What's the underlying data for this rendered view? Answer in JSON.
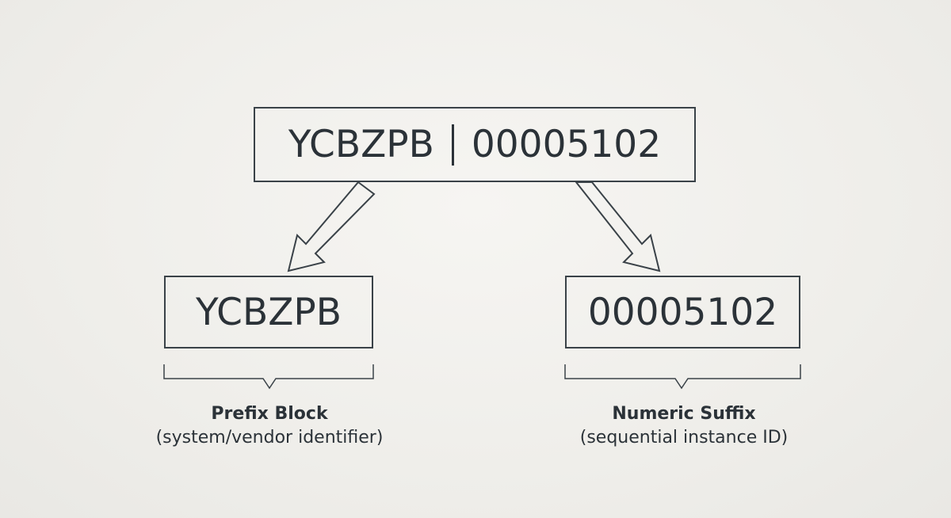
{
  "top_box": {
    "prefix": "YCBZPB",
    "suffix": "00005102"
  },
  "prefix_box": {
    "text": "YCBZPB"
  },
  "suffix_box": {
    "text": "00005102"
  },
  "prefix_label": {
    "title": "Prefix Block",
    "subtitle": "(system/vendor identifier)"
  },
  "suffix_label": {
    "title": "Numeric Suffix",
    "subtitle": "(sequential instance ID)"
  },
  "colors": {
    "line": "#3a4248",
    "text": "#2b3238",
    "background": "#f2f1ee"
  }
}
